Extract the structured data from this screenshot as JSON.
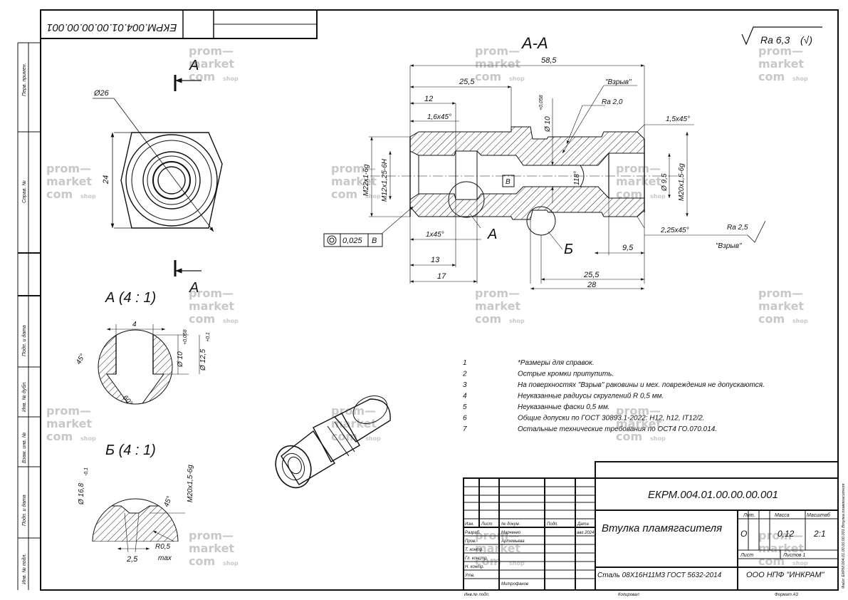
{
  "stamp_top_left": "ЕКРМ.004.01.00.00.00.001",
  "left_column": [
    "Перв. примен.",
    "Справ. №",
    "Подп. и дата",
    "Инв. № дубл.",
    "Взам. инв. №",
    "Подп. и дата",
    "Инв. № подл."
  ],
  "roughness": {
    "label": "Ra 6,3",
    "check": "(√)"
  },
  "section_title": "А-А",
  "view_letter": "А",
  "details": [
    {
      "title": "А (4 : 1)"
    },
    {
      "title": "Б (4 : 1)"
    }
  ],
  "dims_main": {
    "d1": "58,5",
    "d2": "25,5",
    "d3": "12",
    "chamfer1": "1,6x45°",
    "chamfer2": "1,5x45°",
    "chamfer3": "1x45°",
    "chamfer4": "2,25x45°",
    "bore": "Ø 10",
    "bore_tol": "+0,058",
    "ra2": "Ra 2,0",
    "ra25": "Ra 2,5",
    "explosion": "\"Взрыв\"",
    "thread1": "M22x1-6g",
    "thread2": "M12x1,25-6H",
    "thread3": "M20x1,5-6g",
    "d95": "Ø 9,5",
    "angle118": "118°",
    "base_b": "В",
    "tol_val": "0,025",
    "tol_base": "В",
    "d13": "13",
    "d17": "17",
    "d95b": "9,5",
    "d255b": "25,5",
    "d28": "28",
    "sec_a": "А",
    "sec_b": "Б"
  },
  "dims_left": {
    "d26": "Ø26",
    "d24": "24"
  },
  "dims_detail_a": {
    "w": "4",
    "d10": "Ø 10",
    "d10_tol": "+0,058",
    "d125": "Ø 12,5",
    "d125_tol": "+0,1",
    "a45": "45°",
    "a60": "60°"
  },
  "dims_detail_b": {
    "d168": "Ø 16,8",
    "d168_tol": "-0,1",
    "thread": "M20x1,5-6g",
    "a45": "45°",
    "r05": "R0,5",
    "max": "max",
    "w25": "2,5"
  },
  "notes": [
    {
      "n": "1",
      "text": "*Размеры для справок."
    },
    {
      "n": "2",
      "text": "Острые кромки притупить."
    },
    {
      "n": "3",
      "text": "На поверхностях \"Взрыв\" раковины и мех. повреждения не допускаются."
    },
    {
      "n": "4",
      "text": "Неуказанные радиусы скруглений R 0,5 мм."
    },
    {
      "n": "5",
      "text": "Неуказанные фаски 0,5 мм."
    },
    {
      "n": "6",
      "text": "Общие допуски по ГОСТ 30893.1-2022: H12, h12, IT12/2."
    },
    {
      "n": "7",
      "text": "Остальные технические требования по ОСТ4 ГО.070.014."
    }
  ],
  "title_block": {
    "designation": "ЕКРМ.004.01.00.00.00.001",
    "name": "Втулка пламягасителя",
    "material": "Сталь 08Х16Н11М3 ГОСТ 5632-2014",
    "company": "ООО НПФ \"ИНКРАМ\"",
    "col_izm": "Изм.",
    "col_list": "Лист",
    "col_doc": "№ докум.",
    "col_sign": "Подп.",
    "col_date": "Дата",
    "rows": [
      "Разраб.",
      "Пров.",
      "Т. контр.",
      "Гл. констр.",
      "Н. контр.",
      "Утв."
    ],
    "developer": "Марченко",
    "checker": "Артемьева",
    "approver": "Митрофанов",
    "date1": "авг.2024",
    "lit_label": "Лит.",
    "mass_label": "Масса",
    "scale_label": "Масштаб",
    "lit": "О",
    "mass": "0,12",
    "scale": "2:1",
    "sheet_label": "Лист",
    "sheets_label": "Листов 1",
    "copied": "Копировал",
    "format": "Формат А3",
    "inv": "Инв.№ подл.",
    "side_text": "Файл: ЕКРМ.004.01.00.00.00.001 Втулка пламягасителя"
  },
  "watermark": {
    "w1": "prom—",
    "w2": "market",
    "w3": "com",
    "w4": "shop"
  }
}
